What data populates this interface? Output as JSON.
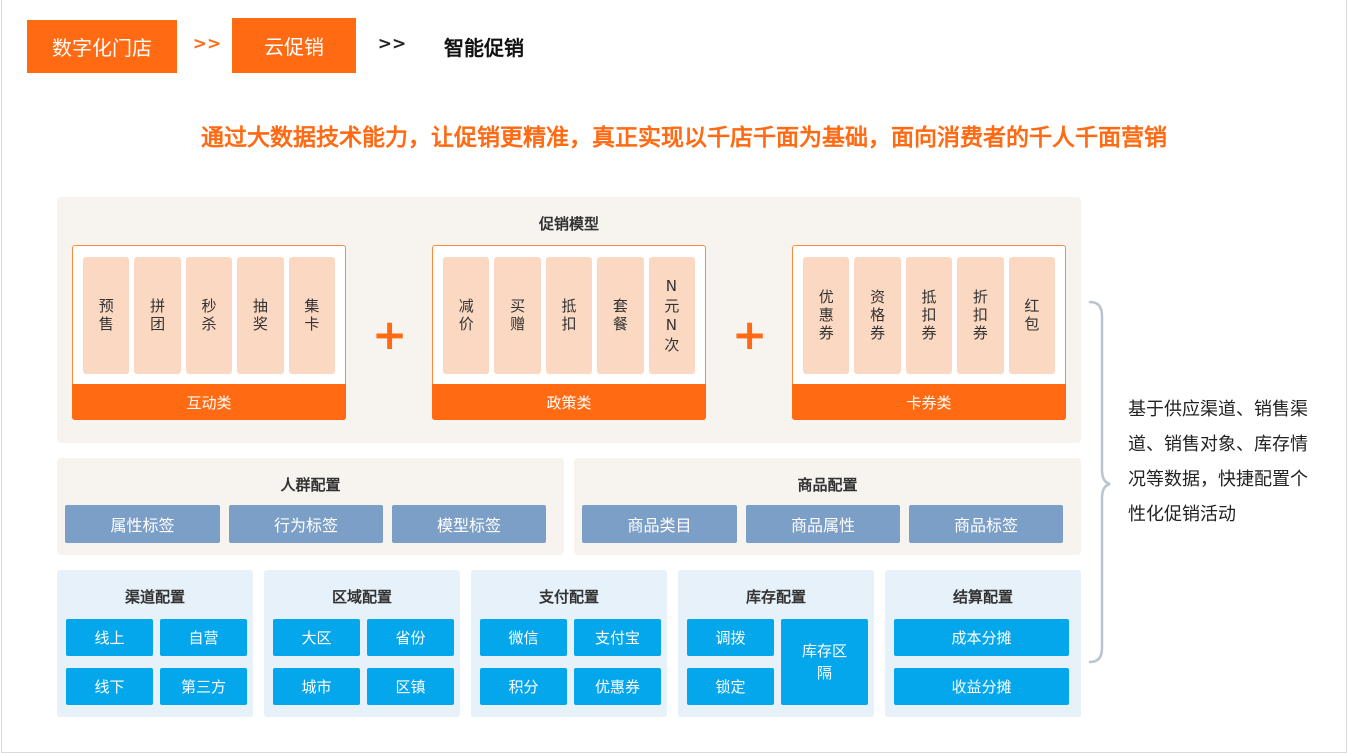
{
  "breadcrumb": {
    "step1": "数字化门店",
    "sep1": ">>",
    "step2": "云促销",
    "sep2": ">>",
    "step3": "智能促销"
  },
  "headline": "通过大数据技术能力，让促销更精准，真正实现以千店千面为基础，面向消费者的千人千面营销",
  "promo_model": {
    "title": "促销模型",
    "plus": "+",
    "groups": [
      {
        "label": "互动类",
        "items": [
          "预售",
          "拼团",
          "秒杀",
          "抽奖",
          "集卡"
        ]
      },
      {
        "label": "政策类",
        "items": [
          "减价",
          "买赠",
          "抵扣",
          "套餐",
          "N元N次"
        ]
      },
      {
        "label": "卡券类",
        "items": [
          "优惠券",
          "资格券",
          "抵扣券",
          "折扣券",
          "红包"
        ]
      }
    ]
  },
  "crowd_config": {
    "title": "人群配置",
    "tags": [
      "属性标签",
      "行为标签",
      "模型标签"
    ]
  },
  "product_config": {
    "title": "商品配置",
    "tags": [
      "商品类目",
      "商品属性",
      "商品标签"
    ]
  },
  "channel_config": {
    "title": "渠道配置",
    "items": [
      "线上",
      "自营",
      "线下",
      "第三方"
    ]
  },
  "region_config": {
    "title": "区域配置",
    "items": [
      "大区",
      "省份",
      "城市",
      "区镇"
    ]
  },
  "payment_config": {
    "title": "支付配置",
    "items": [
      "微信",
      "支付宝",
      "积分",
      "优惠券"
    ]
  },
  "inventory_config": {
    "title": "库存配置",
    "items": [
      "调拨",
      "锁定",
      "库存区隔"
    ]
  },
  "settlement_config": {
    "title": "结算配置",
    "items": [
      "成本分摊",
      "收益分摊"
    ]
  },
  "side_note": "基于供应渠道、销售渠道、销售对象、库存情况等数据，快捷配置个性化促销活动",
  "colors": {
    "accent": "#ff6a13",
    "tag_blue": "#7c9fc8",
    "button_blue": "#05a7ec"
  }
}
